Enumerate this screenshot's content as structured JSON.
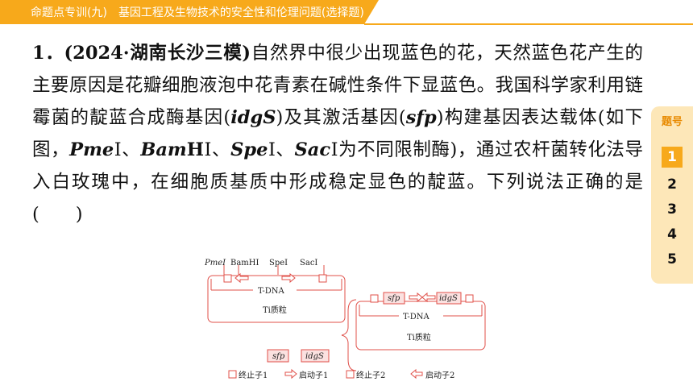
{
  "header": {
    "title": "命题点专训(九)",
    "subtitle": "基因工程及生物技术的安全性和伦理问题(选择题)",
    "color": "#F7A91B"
  },
  "question": {
    "number": "1．",
    "source": "(2024·湖南长沙三模)",
    "s1": "自然界中很少出现蓝色的花，天然蓝色花产生的主要原因是花瓣细胞液泡中花青素在碱性条件下显蓝色。我国科学家利用链霉菌的靛蓝合成酶基因(",
    "idgS": "idgS",
    "s2": ")及其激活基因(",
    "sfp": "sfp",
    "s3": ")构建基因表达载体(如下图，",
    "pme": "Pme",
    "roman1": "Ⅰ",
    "sep1": "、",
    "bam": "Bam",
    "bamH": "H",
    "roman2": "Ⅰ",
    "sep2": "、",
    "spe": "Spe",
    "roman3": "Ⅰ",
    "sep3": "、",
    "sac": "Sac",
    "roman4": "Ⅰ",
    "s4": "为不同限制酶)，通过农杆菌转化法导入白玫瑰中，在细胞质基质中形成稳定显色的靛蓝。下列说法正确的是(",
    "blank": "　　",
    "s5": ")"
  },
  "side_nav": {
    "label": "题号",
    "items": [
      "1",
      "2",
      "3",
      "4",
      "5"
    ],
    "active": "1"
  },
  "diagram": {
    "enzymes": [
      "PmeⅠ",
      "BamHⅠ",
      "SpeⅠ",
      "SacⅠ"
    ],
    "tdna": "T-DNA",
    "plasmid": "Ti质粒",
    "tdna2": "T-DNA",
    "plasmid2": "Ti质粒",
    "gene_sfp": "sfp",
    "gene_idgs": "idgS",
    "legend": [
      "终止子1",
      "启动子1",
      "终止子2",
      "启动子2"
    ],
    "stroke_color": "#E0504A"
  }
}
